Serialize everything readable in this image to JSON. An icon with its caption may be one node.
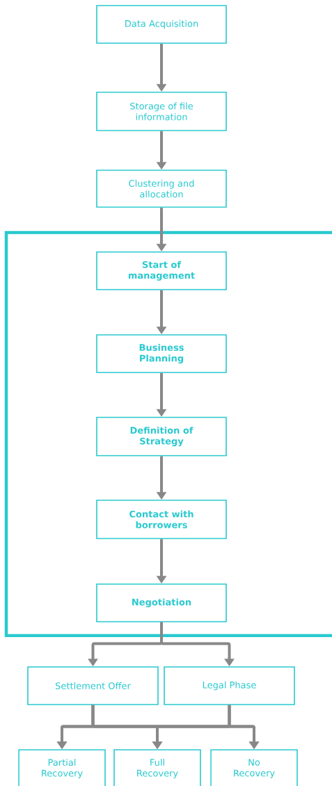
{
  "diagram": {
    "nodes": [
      {
        "text": [
          "Data Acquisition"
        ]
      },
      {
        "text": [
          "Storage of file information"
        ]
      },
      {
        "text": [
          "Clustering and allocation"
        ]
      },
      {
        "text": [],
        "shape": "box"
      },
      {
        "text": [
          "Start of management"
        ],
        "in": 3
      },
      {
        "text": [
          "Business Planning"
        ],
        "in": 3
      },
      {
        "text": [
          "Definition of Strategy"
        ],
        "in": 3
      },
      {
        "text": [
          "Contact with borrowers"
        ],
        "in": 3
      },
      {
        "text": [
          "Negotiation"
        ],
        "in": 3
      },
      {
        "text": [
          "Settlement Offer"
        ]
      },
      {
        "text": [
          "Legal Phase"
        ]
      },
      {
        "text": [
          "Partial Recovery"
        ]
      },
      {
        "text": [
          "Full Recovery"
        ]
      },
      {
        "text": [
          "No Recovery"
        ]
      }
    ],
    "edges": [
      {
        "from": 0,
        "to": 1,
        "arrow": "to"
      },
      {
        "from": 1,
        "to": 2,
        "arrow": "to"
      },
      {
        "from": 2,
        "to": 4,
        "arrow": "to"
      },
      {
        "from": 4,
        "to": 5,
        "arrow": "to"
      },
      {
        "from": 5,
        "to": 6,
        "arrow": "to"
      },
      {
        "from": 6,
        "to": 7,
        "arrow": "to"
      },
      {
        "from": 7,
        "to": 8,
        "arrow": "to"
      },
      {
        "from": 8,
        "to": 9,
        "arrow": "to"
      },
      {
        "from": 8,
        "to": 10,
        "arrow": "to"
      },
      {
        "from": 9,
        "to": 11,
        "arrow": "to"
      },
      {
        "from": 9,
        "to": 12,
        "arrow": "to"
      },
      {
        "from": 9,
        "to": 13,
        "arrow": "to"
      },
      {
        "from": 10,
        "to": 11,
        "arrow": "to"
      },
      {
        "from": 10,
        "to": 12,
        "arrow": "to"
      },
      {
        "from": 10,
        "to": 13,
        "arrow": "to"
      }
    ]
  }
}
